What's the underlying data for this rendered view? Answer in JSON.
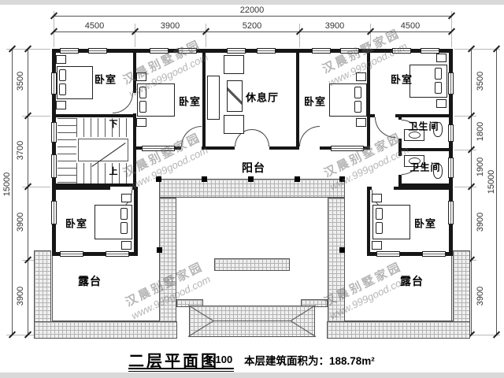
{
  "meta": {
    "title": "二层平面图",
    "scale": "1:100",
    "area_label": "本层建筑面积为：188.78m²"
  },
  "watermark": {
    "line1": "汉晨别墅家园",
    "line2": "www.999good.com"
  },
  "dims": {
    "top_total": "22000",
    "top_segments": [
      "4500",
      "3900",
      "5200",
      "3900",
      "4500"
    ],
    "left_total": "15000",
    "left_segments": [
      "3500",
      "3700",
      "3900",
      "3900"
    ],
    "right_total": "15000",
    "right_segments": [
      "3500",
      "1800",
      "1900",
      "3900",
      "3900"
    ]
  },
  "rooms": {
    "bedroom": "卧室",
    "lounge": "休息厅",
    "bathroom": "卫生间",
    "balcony": "阳台",
    "terrace": "露台"
  },
  "stairs": {
    "down": "下",
    "up": "上"
  }
}
